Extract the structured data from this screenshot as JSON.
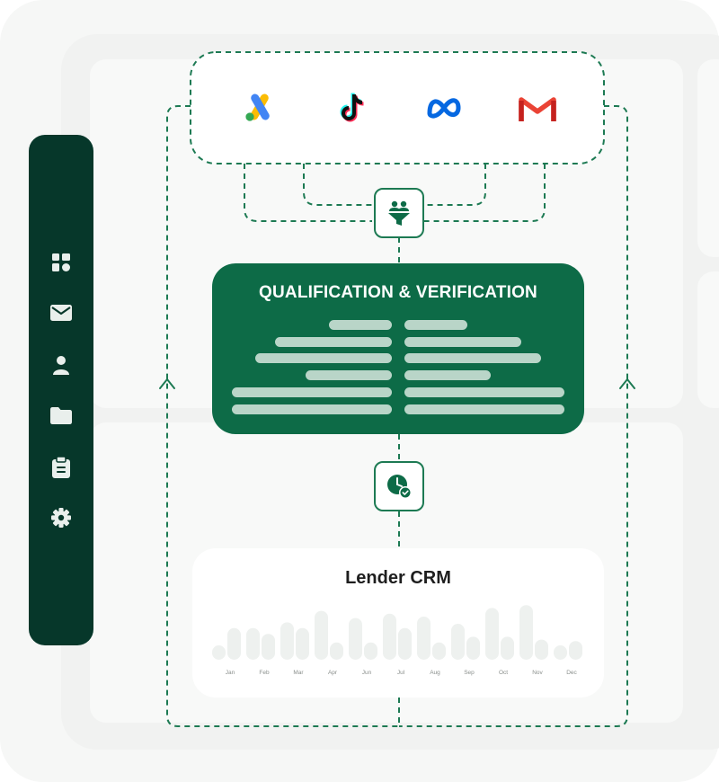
{
  "sidebar": {
    "items": [
      {
        "icon": "dashboard-icon"
      },
      {
        "icon": "mail-icon"
      },
      {
        "icon": "user-icon"
      },
      {
        "icon": "folder-icon"
      },
      {
        "icon": "clipboard-icon"
      },
      {
        "icon": "gear-icon"
      }
    ]
  },
  "sources": [
    "google-ads-logo",
    "tiktok-logo",
    "meta-logo",
    "gmail-logo"
  ],
  "qualification": {
    "title": "QUALIFICATION & VERIFICATION"
  },
  "crm": {
    "title": "Lender CRM",
    "chart_data": {
      "type": "bar",
      "categories": [
        "Jan",
        "Feb",
        "Mar",
        "Apr",
        "Jun",
        "Jul",
        "Aug",
        "Sep",
        "Oct",
        "Nov",
        "Dec"
      ],
      "series": [
        {
          "values": [
            1,
            2.2,
            2.6,
            3.4,
            2.9,
            3.2,
            3.0,
            2.5,
            3.6,
            3.8,
            1.0
          ]
        },
        {
          "values": [
            2.2,
            1.8,
            2.2,
            1.2,
            1.2,
            2.2,
            1.2,
            1.6,
            1.6,
            1.4,
            1.3
          ]
        }
      ]
    }
  },
  "colors": {
    "sidebar": "#06372a",
    "accent": "#0d6b47",
    "dash": "#1d7a53"
  }
}
